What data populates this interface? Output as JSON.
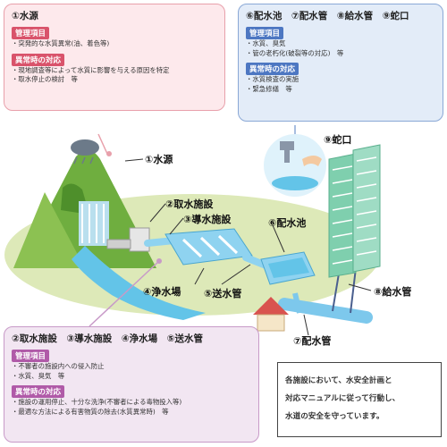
{
  "colors": {
    "source_box_fill": "#fde9ec",
    "source_box_border": "#e8a0ab",
    "source_tag": "#d9536b",
    "distribution_box_fill": "#e3ecf8",
    "distribution_box_border": "#8aa8d6",
    "distribution_tag": "#4d77c2",
    "treatment_box_fill": "#f2e6f2",
    "treatment_box_border": "#c89ac8",
    "treatment_tag": "#b05aa8",
    "ground": "#dde9b8",
    "mountain": "#6fae3f",
    "water": "#63c4e8",
    "pipe": "#8fd3f0"
  },
  "source_box": {
    "title": "①水源",
    "mgmt_tag": "管理項目",
    "mgmt_items": [
      "・突発的な水質異常(油、着色等)"
    ],
    "emergency_tag": "異常時の対応",
    "emergency_items": [
      "・現地調査等によって水質に影響を与える原因を特定",
      "・取水停止の検討　等"
    ]
  },
  "distribution_box": {
    "title": "⑥配水池　⑦配水管　⑧給水管　⑨蛇口",
    "mgmt_tag": "管理項目",
    "mgmt_items": [
      "・水質、臭気",
      "・管の老朽化(破裂等の対応)　等"
    ],
    "emergency_tag": "異常時の対応",
    "emergency_items": [
      "・水質検査の実施",
      "・緊急修繕　等"
    ]
  },
  "treatment_box": {
    "title": "②取水施設　③導水施設　④浄水場　⑤送水管",
    "mgmt_tag": "管理項目",
    "mgmt_items": [
      "・不審者の施設内への侵入防止",
      "・水質、臭気　等"
    ],
    "emergency_tag": "異常時の対応",
    "emergency_items": [
      "・施設の運用停止、十分な洗浄(不審者による毒物投入等)",
      "・最適な方法による有害物質の除去(水質異常時)　等"
    ]
  },
  "labels": {
    "source": "①水源",
    "intake": "②取水施設",
    "conveyance": "③導水施設",
    "purification": "④浄水場",
    "transmission": "⑤送水管",
    "reservoir": "⑥配水池",
    "distribution_pipe": "⑦配水管",
    "service_pipe": "⑧給水管",
    "faucet": "⑨蛇口"
  },
  "summary": {
    "lines": [
      "各施設において、水安全計画と",
      "対応マニュアルに従って行動し、",
      "水道の安全を守っています。"
    ]
  }
}
